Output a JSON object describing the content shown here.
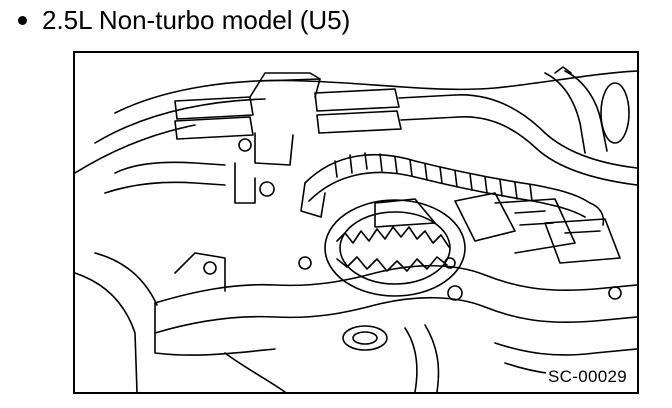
{
  "heading": {
    "bullet": "bullet-icon",
    "text": "2.5L Non-turbo model (U5)"
  },
  "figure": {
    "illustration": "engine-compartment-line-drawing",
    "code": "SC-00029"
  }
}
